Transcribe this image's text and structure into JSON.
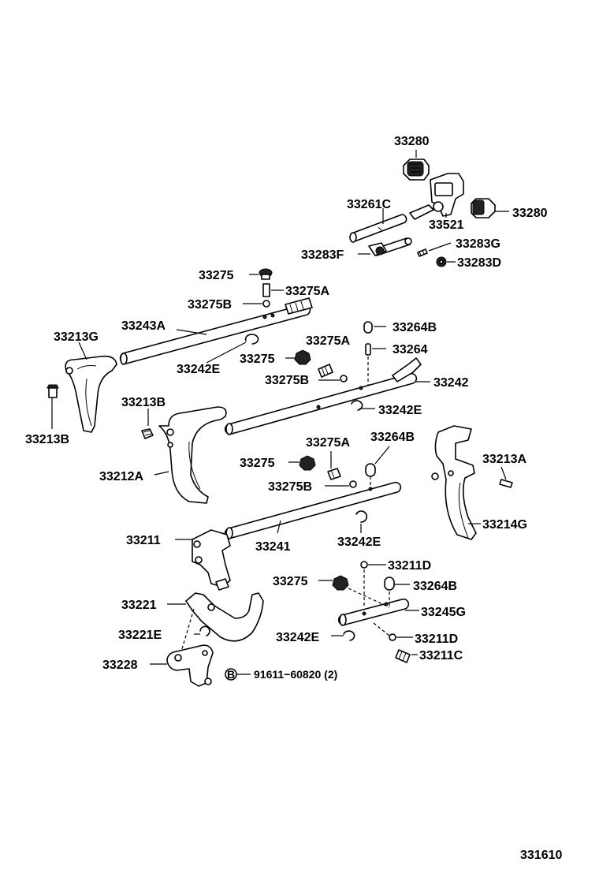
{
  "labels": {
    "p33280_top": "33280",
    "p33280_right": "33280",
    "p33261C": "33261C",
    "p33521": "33521",
    "p33283G": "33283G",
    "p33283F": "33283F",
    "p33283D": "33283D",
    "p33275_a": "33275",
    "p33275A_a": "33275A",
    "p33275B_a": "33275B",
    "p33243A": "33243A",
    "p33213G": "33213G",
    "p33264B_a": "33264B",
    "p33275A_b": "33275A",
    "p33264": "33264",
    "p33242E_a": "33242E",
    "p33275_b": "33275",
    "p33275B_b": "33275B",
    "p33242": "33242",
    "p33213B_a": "33213B",
    "p33213B_b": "33213B",
    "p33242E_b": "33242E",
    "p33275A_c": "33275A",
    "p33264B_b": "33264B",
    "p33212A": "33212A",
    "p33275_c": "33275",
    "p33213A": "33213A",
    "p33275B_c": "33275B",
    "p33214G": "33214G",
    "p33211": "33211",
    "p33241": "33241",
    "p33242E_c": "33242E",
    "p33211D_a": "33211D",
    "p33275_d": "33275",
    "p33264B_c": "33264B",
    "p33221": "33221",
    "p33245G": "33245G",
    "p33221E": "33221E",
    "p33242E_d": "33242E",
    "p33211D_b": "33211D",
    "p33211C": "33211C",
    "p33228": "33228",
    "bolt_code": "91611−60820 (2)",
    "bolt_marker": "B",
    "diagram_id": "331610"
  }
}
